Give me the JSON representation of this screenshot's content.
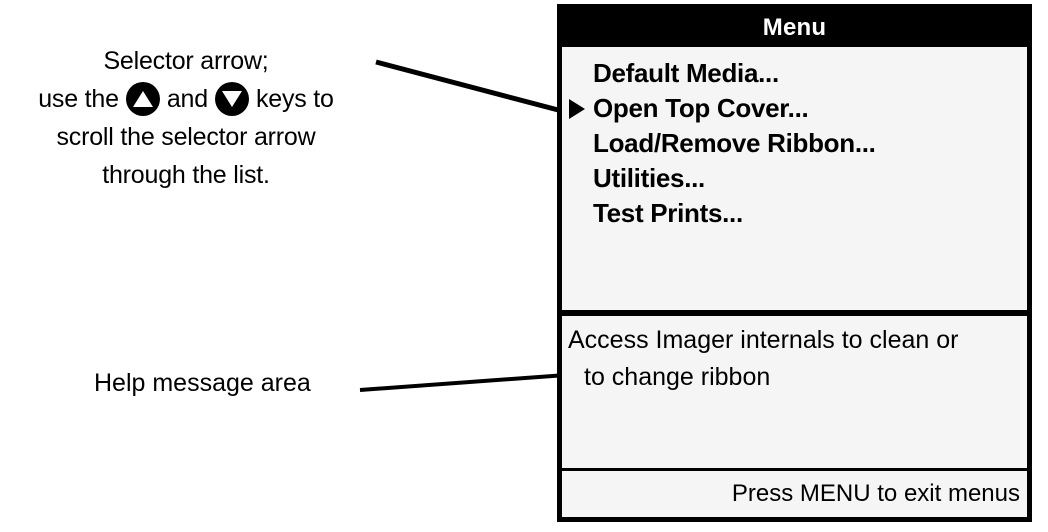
{
  "annotations": {
    "selector_note": {
      "line1": "Selector arrow;",
      "line2_pre": "use the",
      "line2_mid": "and",
      "line2_post": "keys to",
      "line3": "scroll the selector arrow",
      "line4": "through the list.",
      "up_key_icon": "triangle-up-icon",
      "down_key_icon": "triangle-down-icon"
    },
    "help_area_note": "Help message area"
  },
  "lcd": {
    "title": "Menu",
    "selector_icon": "selector-arrow-icon",
    "menu_items": [
      {
        "label": "Default Media...",
        "selected": false
      },
      {
        "label": "Open Top Cover...",
        "selected": true
      },
      {
        "label": "Load/Remove Ribbon...",
        "selected": false
      },
      {
        "label": "Utilities...",
        "selected": false
      },
      {
        "label": "Test Prints...",
        "selected": false
      }
    ],
    "help_message": {
      "line1": "Access Imager internals to clean or",
      "line2": "to change ribbon"
    },
    "status_text": "Press MENU to exit menus"
  },
  "colors": {
    "panel_border": "#000000",
    "panel_background": "#f5f5f5",
    "titlebar_background": "#000000",
    "titlebar_text": "#ffffff",
    "text": "#000000",
    "page_background": "#ffffff"
  }
}
